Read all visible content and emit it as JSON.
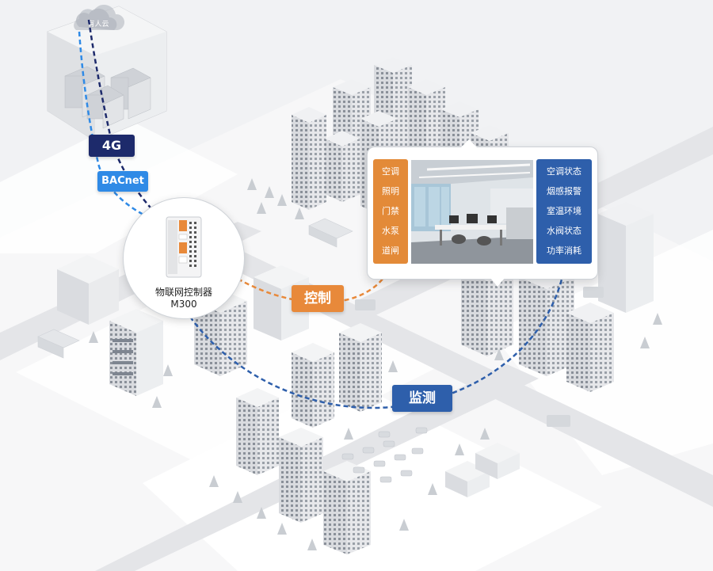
{
  "cloud": {
    "label": "有人云"
  },
  "links": {
    "cellular": "4G",
    "protocol": "BACnet",
    "control": "控制",
    "monitor": "监测"
  },
  "controller": {
    "name": "物联网控制器",
    "model": "M300"
  },
  "control_items": [
    "空调",
    "照明",
    "门禁",
    "水泵",
    "道闸"
  ],
  "monitor_items": [
    "空调状态",
    "烟感报警",
    "室温环境",
    "水阀状态",
    "功率消耗"
  ],
  "colors": {
    "cellular_tag": "#1d2a6b",
    "protocol_tag": "#2f8ae6",
    "control": "#e8893a",
    "monitor": "#2e5fab",
    "ground": "#f1f2f4"
  }
}
